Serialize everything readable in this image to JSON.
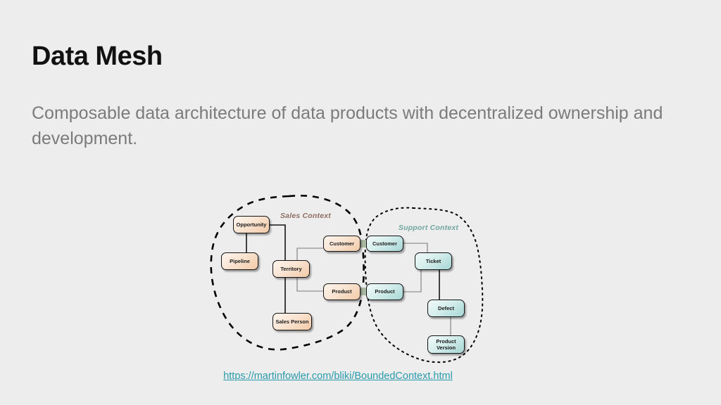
{
  "slide": {
    "title": "Data Mesh",
    "subtitle": "Composable data architecture of data products with decentralized ownership and development.",
    "link_text": "https://martinfowler.com/bliki/BoundedContext.html"
  },
  "diagram": {
    "sales_context": {
      "label": "Sales Context",
      "nodes": {
        "opportunity": "Opportunity",
        "pipeline": "Pipeline",
        "territory": "Territory",
        "customer": "Customer",
        "product": "Product",
        "sales_person": "Sales Person"
      }
    },
    "support_context": {
      "label": "Support Context",
      "nodes": {
        "customer": "Customer",
        "ticket": "Ticket",
        "product": "Product",
        "defect": "Defect",
        "product_version": "Product Version"
      }
    }
  },
  "colors": {
    "background": "#ededed",
    "title": "#111111",
    "subtitle": "#7b7b7b",
    "link": "#2a9aab",
    "sales_context_label": "#8f6e64",
    "support_context_label": "#72a5a1",
    "sales_box": "#f2c9a6",
    "support_box": "#a5d6d4",
    "context_bridge": "#a9b9a2"
  }
}
